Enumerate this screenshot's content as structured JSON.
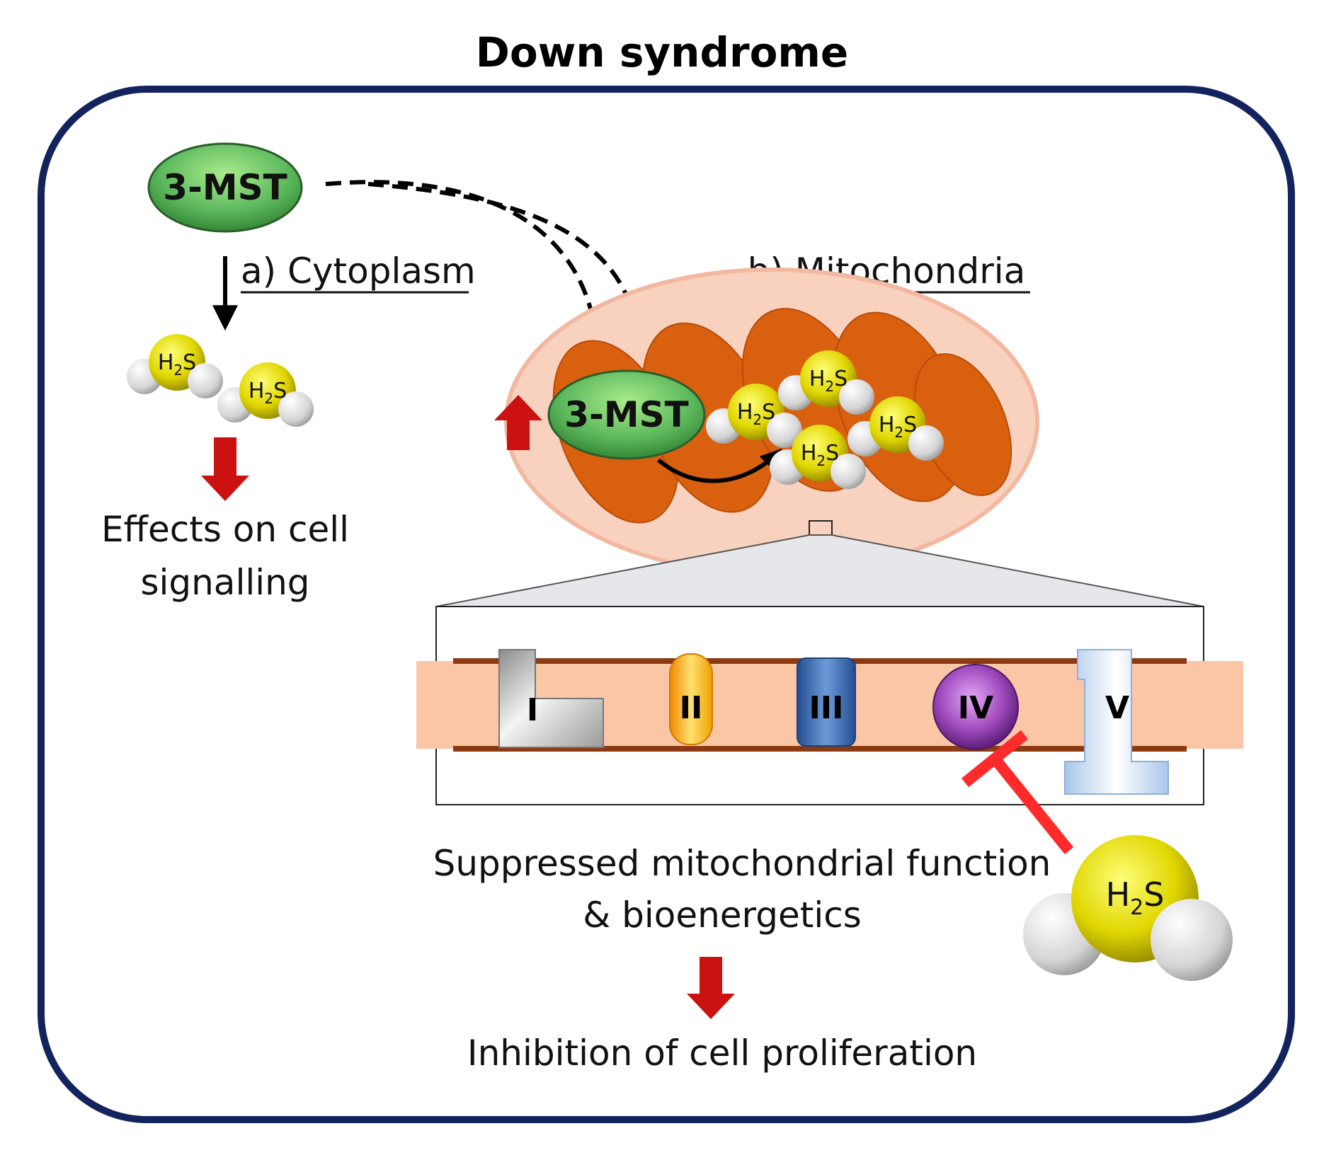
{
  "title": "Down syndrome",
  "enzyme": {
    "name": "3-MST"
  },
  "compartments": {
    "cytoplasm": "a) Cytoplasm",
    "mitochondria": "b) Mitochondria"
  },
  "molecule": {
    "base": "H",
    "subscript": "2",
    "tail": "S"
  },
  "outcomes": {
    "cytoplasm_line1": "Effects on cell",
    "cytoplasm_line2": "signalling",
    "mito_line1": "Suppressed mitochondrial function",
    "mito_line2": "& bioenergetics",
    "final": "Inhibition of cell proliferation"
  },
  "complexes": [
    "I",
    "II",
    "III",
    "IV",
    "V"
  ],
  "colors": {
    "cell_border": "#13235e",
    "enzyme_fill": "#5cb85c",
    "mito_outer": "#f9d2bf",
    "mito_inner": "#d9600f",
    "membrane": "#fac6a6",
    "membrane_line": "#8b3a12",
    "red_arrow": "#cc1111",
    "inhibitor": "#ff2b2b",
    "complex_iv": "#8a3aa8"
  }
}
